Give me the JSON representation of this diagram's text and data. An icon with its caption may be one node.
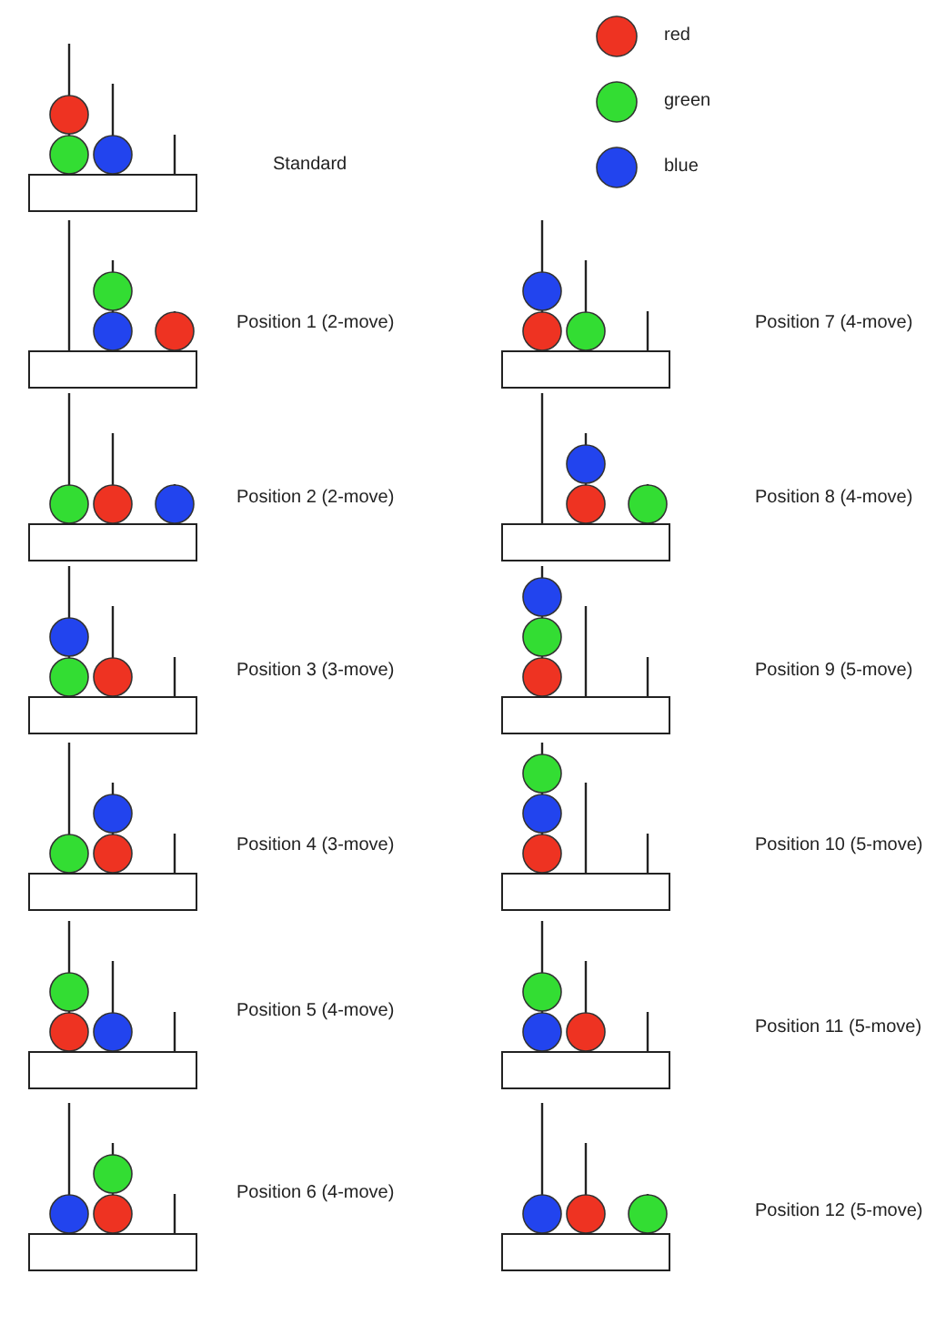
{
  "diagram": {
    "labels": [
      "Standard",
      "Position 1 (2-move)",
      "Position 7 (4-move)",
      "Position 2 (2-move)",
      "Position 8 (4-move)",
      "Position 3 (3-move)",
      "Position 9 (5-move)",
      "Position 4 (3-move)",
      "Position 10 (5-move)",
      "Position 5 (4-move)",
      "Position 11 (5-move)",
      "Position 6 (4-move)",
      "Position 12 (5-move)"
    ],
    "legend": [
      {
        "text": "red",
        "color": "#ee3322"
      },
      {
        "text": "green",
        "color": "#33dd33"
      },
      {
        "text": "blue",
        "color": "#2244ee"
      }
    ]
  }
}
